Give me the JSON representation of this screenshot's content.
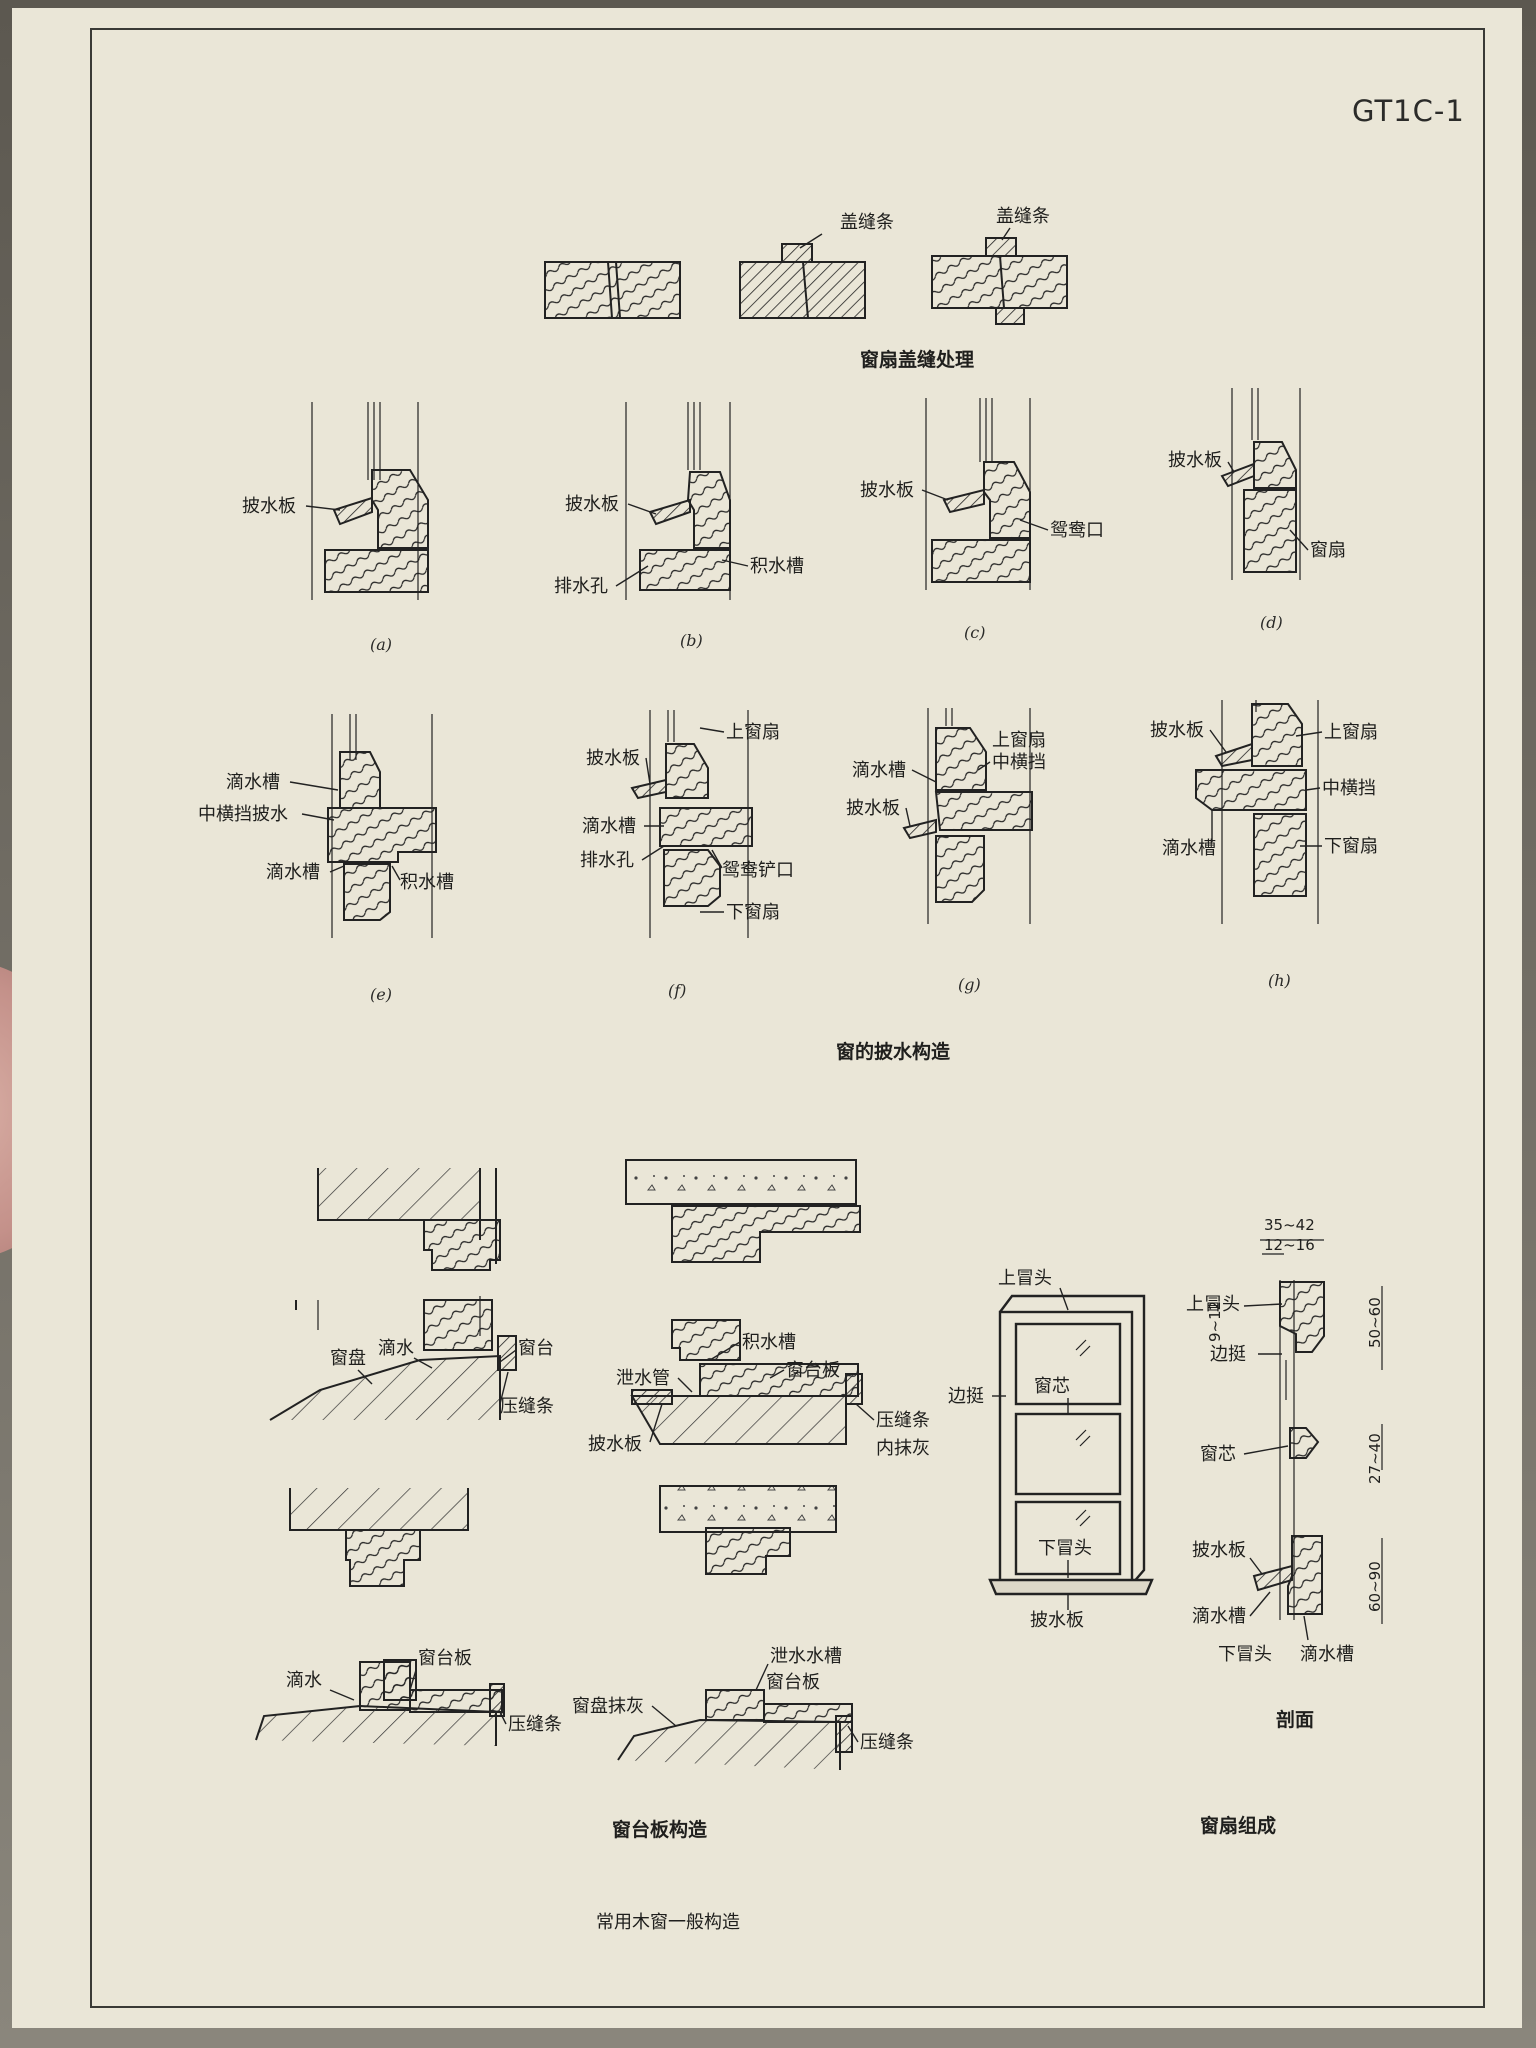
{
  "drawing_code": "GT1C-1",
  "sash_cover": {
    "label_1": "盖缝条",
    "label_2": "盖缝条",
    "caption": "窗扇盖缝处理"
  },
  "weatherboard": {
    "a": {
      "label": "披水板",
      "caption": "(a)"
    },
    "b": {
      "label_1": "披水板",
      "label_2": "排水孔",
      "label_3": "积水槽",
      "caption": "(b)"
    },
    "c": {
      "label_1": "披水板",
      "label_2": "鸳鸯口",
      "caption": "(c)"
    },
    "d": {
      "label_1": "披水板",
      "label_2": "窗扇",
      "caption": "(d)"
    },
    "e": {
      "label_1": "滴水槽",
      "label_2": "中横挡披水",
      "label_3": "滴水槽",
      "label_4": "积水槽",
      "caption": "(e)"
    },
    "f": {
      "label_1": "上窗扇",
      "label_2": "披水板",
      "label_3": "滴水槽",
      "label_4": "排水孔",
      "label_5": "鸳鸯铲口",
      "label_6": "下窗扇",
      "caption": "(f)"
    },
    "g": {
      "label_1": "上窗扇",
      "label_2": "中横挡",
      "label_3": "滴水槽",
      "label_4": "披水板",
      "caption": "(g)"
    },
    "h": {
      "label_1": "披水板",
      "label_2": "上窗扇",
      "label_3": "中横挡",
      "label_4": "滴水槽",
      "label_5": "下窗扇",
      "caption": "(h)"
    },
    "caption": "窗的披水构造"
  },
  "sill": {
    "s1": {
      "label_1": "窗盘",
      "label_2": "滴水",
      "label_3": "窗台",
      "label_4": "压缝条"
    },
    "s2": {
      "label_1": "泄水管",
      "label_2": "积水槽",
      "label_3": "窗台板",
      "label_4": "披水板",
      "label_5": "压缝条",
      "label_6": "内抹灰"
    },
    "s3": {
      "label_1": "滴水",
      "label_2": "窗台板",
      "label_3": "压缝条"
    },
    "s4": {
      "label_1": "泄水水槽",
      "label_2": "窗台板",
      "label_3": "窗盘抹灰",
      "label_4": "压缝条"
    },
    "caption": "窗台板构造"
  },
  "composition": {
    "elevation": {
      "label_1": "上冒头",
      "label_2": "边挺",
      "label_3": "窗芯",
      "label_4": "下冒头",
      "label_5": "披水板"
    },
    "section": {
      "label_1": "上冒头",
      "label_2": "边挺",
      "label_3": "窗芯",
      "label_4": "披水板",
      "label_5": "滴水槽",
      "label_6": "下冒头",
      "label_7": "滴水槽",
      "caption": "剖面",
      "dim_1": "35~42",
      "dim_2": "12~16",
      "dim_3": "9~12",
      "dim_4": "50~60",
      "dim_5": "27~40",
      "dim_6": "60~90"
    },
    "caption": "窗扇组成"
  },
  "footer": "常用木窗一般构造"
}
